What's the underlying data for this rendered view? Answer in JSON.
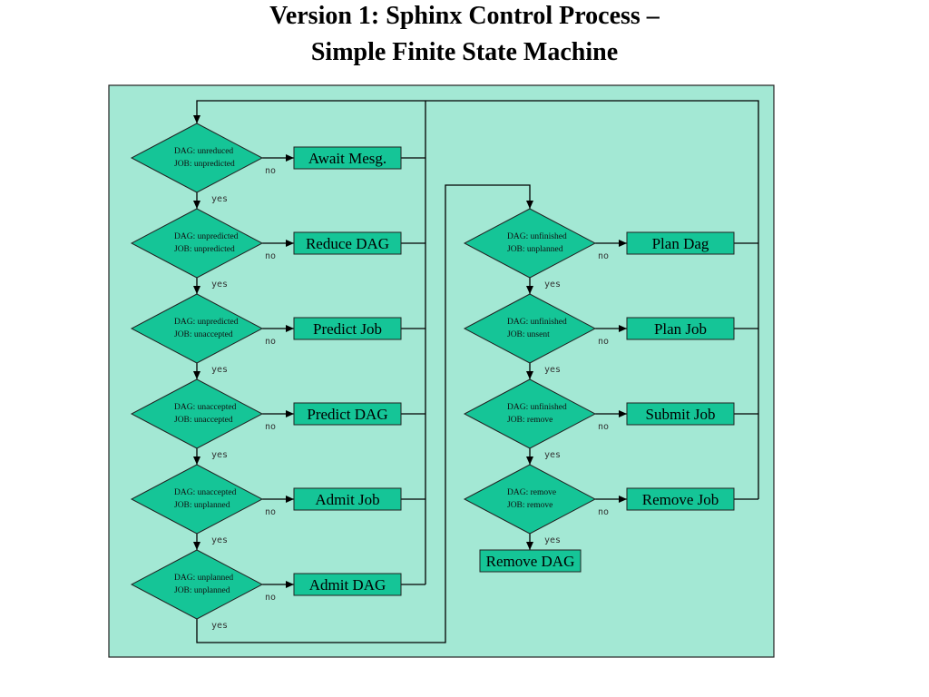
{
  "title": {
    "line1": "Version 1:  Sphinx Control Process –",
    "line2": "Simple Finite State Machine"
  },
  "colors": {
    "background": "#a3e8d4",
    "node_fill": "#15c597",
    "border": "#222222"
  },
  "left_column": [
    {
      "cond_line1": "DAG: unreduced",
      "cond_line2": "JOB: unpredicted",
      "action": "Await Mesg.",
      "no_label": "no",
      "yes_label": "yes"
    },
    {
      "cond_line1": "DAG: unpredicted",
      "cond_line2": "JOB: unpredicted",
      "action": "Reduce DAG",
      "no_label": "no",
      "yes_label": "yes"
    },
    {
      "cond_line1": "DAG: unpredicted",
      "cond_line2": "JOB: unaccepted",
      "action": "Predict Job",
      "no_label": "no",
      "yes_label": "yes"
    },
    {
      "cond_line1": "DAG: unaccepted",
      "cond_line2": "JOB: unaccepted",
      "action": "Predict DAG",
      "no_label": "no",
      "yes_label": "yes"
    },
    {
      "cond_line1": "DAG: unaccepted",
      "cond_line2": "JOB: unplanned",
      "action": "Admit Job",
      "no_label": "no",
      "yes_label": "yes"
    },
    {
      "cond_line1": "DAG: unplanned",
      "cond_line2": "JOB: unplanned",
      "action": "Admit DAG",
      "no_label": "no",
      "yes_label": "yes"
    }
  ],
  "right_column": [
    {
      "cond_line1": "DAG: unfinished",
      "cond_line2": "JOB: unplanned",
      "action": "Plan Dag",
      "no_label": "no",
      "yes_label": "yes"
    },
    {
      "cond_line1": "DAG: unfinished",
      "cond_line2": "JOB: unsent",
      "action": "Plan Job",
      "no_label": "no",
      "yes_label": "yes"
    },
    {
      "cond_line1": "DAG: unfinished",
      "cond_line2": "JOB: remove",
      "action": "Submit Job",
      "no_label": "no",
      "yes_label": "yes"
    },
    {
      "cond_line1": "DAG: remove",
      "cond_line2": "JOB: remove",
      "action": "Remove Job",
      "no_label": "no",
      "yes_label": "yes"
    }
  ],
  "final_action": "Remove DAG"
}
